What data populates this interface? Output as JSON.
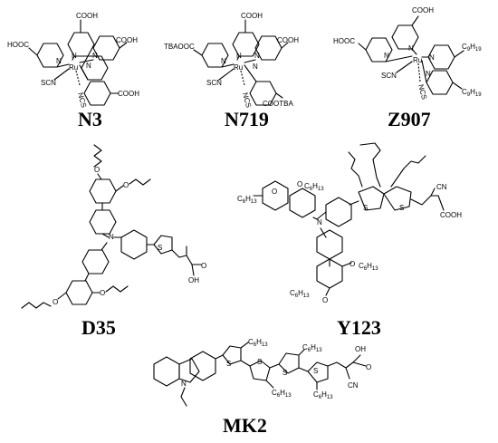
{
  "figure": {
    "names": {
      "n3": "N3",
      "n719": "N719",
      "z907": "Z907",
      "d35": "D35",
      "y123": "Y123",
      "mk2": "MK2"
    },
    "atoms": {
      "ru": "Ru",
      "n": "N",
      "s": "S",
      "o": "O",
      "scn": "SCN",
      "ncs": "NCS",
      "cooh": "COOH",
      "hooc": "HOOC",
      "tbaooc": "TBAOOC",
      "cootba": "COOTBA",
      "oh": "OH",
      "cn": "CN",
      "c9h19_base": "C",
      "c9h19_sub": "9",
      "c9h19_end": "H",
      "c9h19_sub2": "19",
      "c6h13_base": "C",
      "c6h13_sub": "6",
      "c6h13_end": "H",
      "c6h13_sub2": "13"
    }
  }
}
